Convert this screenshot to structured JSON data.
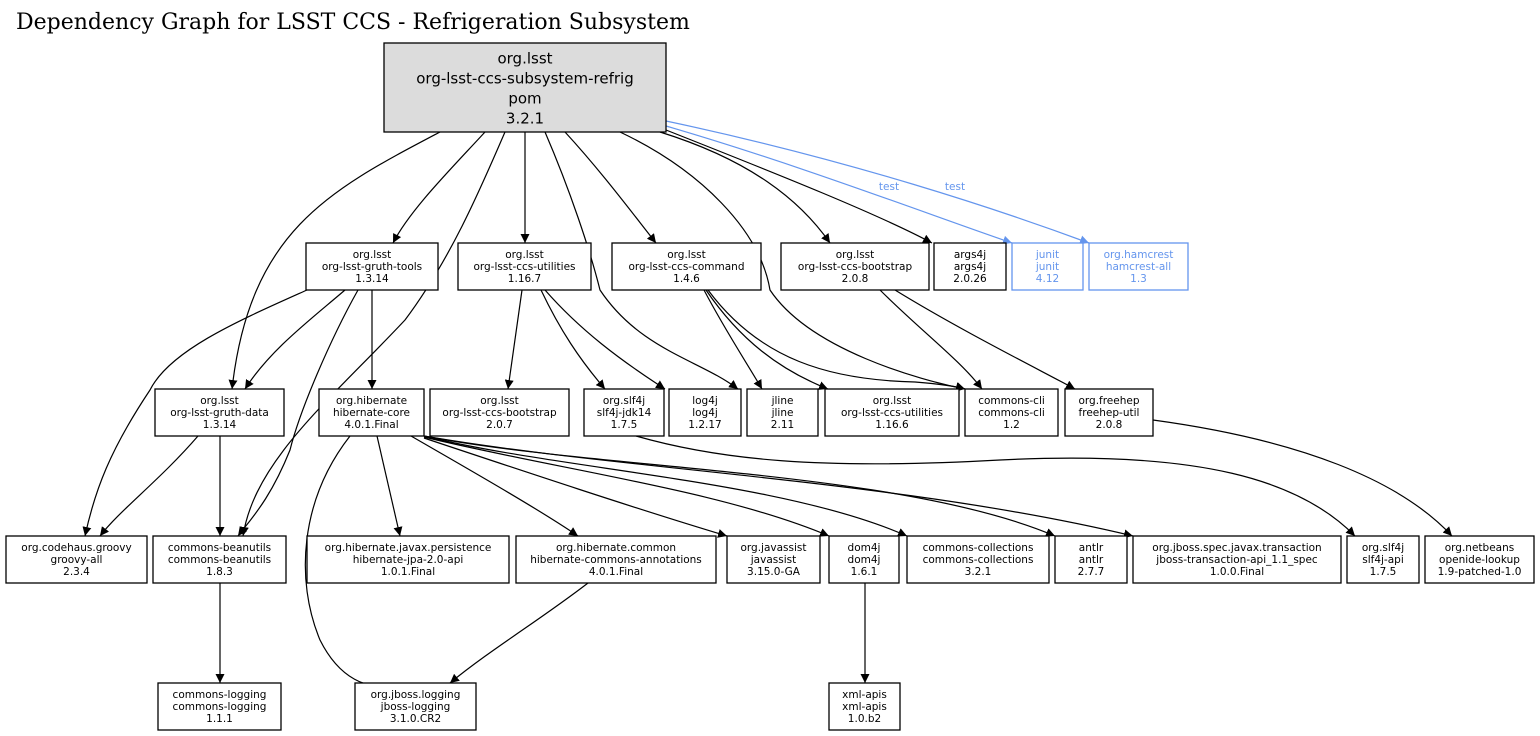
{
  "title": "Dependency Graph for LSST CCS - Refrigeration Subsystem",
  "colors": {
    "default": "#000000",
    "test": "#6495ed",
    "root_fill": "#dcdcdc"
  },
  "nodes": [
    {
      "id": "root",
      "lines": [
        "org.lsst",
        "org-lsst-ccs-subsystem-refrig",
        "pom",
        "3.2.1"
      ],
      "kind": "root"
    },
    {
      "id": "gruth-tools",
      "lines": [
        "org.lsst",
        "org-lsst-gruth-tools",
        "1.3.14"
      ]
    },
    {
      "id": "ccs-utilities-167",
      "lines": [
        "org.lsst",
        "org-lsst-ccs-utilities",
        "1.16.7"
      ]
    },
    {
      "id": "ccs-command",
      "lines": [
        "org.lsst",
        "org-lsst-ccs-command",
        "1.4.6"
      ]
    },
    {
      "id": "ccs-bootstrap-208",
      "lines": [
        "org.lsst",
        "org-lsst-ccs-bootstrap",
        "2.0.8"
      ]
    },
    {
      "id": "args4j",
      "lines": [
        "args4j",
        "args4j",
        "2.0.26"
      ]
    },
    {
      "id": "junit",
      "lines": [
        "junit",
        "junit",
        "4.12"
      ],
      "kind": "test"
    },
    {
      "id": "hamcrest",
      "lines": [
        "org.hamcrest",
        "hamcrest-all",
        "1.3"
      ],
      "kind": "test"
    },
    {
      "id": "gruth-data",
      "lines": [
        "org.lsst",
        "org-lsst-gruth-data",
        "1.3.14"
      ]
    },
    {
      "id": "hibernate-core",
      "lines": [
        "org.hibernate",
        "hibernate-core",
        "4.0.1.Final"
      ]
    },
    {
      "id": "ccs-bootstrap-207",
      "lines": [
        "org.lsst",
        "org-lsst-ccs-bootstrap",
        "2.0.7"
      ]
    },
    {
      "id": "slf4j-jdk14",
      "lines": [
        "org.slf4j",
        "slf4j-jdk14",
        "1.7.5"
      ]
    },
    {
      "id": "log4j",
      "lines": [
        "log4j",
        "log4j",
        "1.2.17"
      ]
    },
    {
      "id": "jline",
      "lines": [
        "jline",
        "jline",
        "2.11"
      ]
    },
    {
      "id": "ccs-utilities-166",
      "lines": [
        "org.lsst",
        "org-lsst-ccs-utilities",
        "1.16.6"
      ]
    },
    {
      "id": "commons-cli",
      "lines": [
        "commons-cli",
        "commons-cli",
        "1.2"
      ]
    },
    {
      "id": "freehep-util",
      "lines": [
        "org.freehep",
        "freehep-util",
        "2.0.8"
      ]
    },
    {
      "id": "groovy-all",
      "lines": [
        "org.codehaus.groovy",
        "groovy-all",
        "2.3.4"
      ]
    },
    {
      "id": "commons-beanutils",
      "lines": [
        "commons-beanutils",
        "commons-beanutils",
        "1.8.3"
      ]
    },
    {
      "id": "hibernate-jpa",
      "lines": [
        "org.hibernate.javax.persistence",
        "hibernate-jpa-2.0-api",
        "1.0.1.Final"
      ]
    },
    {
      "id": "hibernate-commons-annotations",
      "lines": [
        "org.hibernate.common",
        "hibernate-commons-annotations",
        "4.0.1.Final"
      ]
    },
    {
      "id": "javassist",
      "lines": [
        "org.javassist",
        "javassist",
        "3.15.0-GA"
      ]
    },
    {
      "id": "dom4j",
      "lines": [
        "dom4j",
        "dom4j",
        "1.6.1"
      ]
    },
    {
      "id": "commons-collections",
      "lines": [
        "commons-collections",
        "commons-collections",
        "3.2.1"
      ]
    },
    {
      "id": "antlr",
      "lines": [
        "antlr",
        "antlr",
        "2.7.7"
      ]
    },
    {
      "id": "jboss-transaction",
      "lines": [
        "org.jboss.spec.javax.transaction",
        "jboss-transaction-api_1.1_spec",
        "1.0.0.Final"
      ]
    },
    {
      "id": "slf4j-api",
      "lines": [
        "org.slf4j",
        "slf4j-api",
        "1.7.5"
      ]
    },
    {
      "id": "openide-lookup",
      "lines": [
        "org.netbeans",
        "openide-lookup",
        "1.9-patched-1.0"
      ]
    },
    {
      "id": "commons-logging",
      "lines": [
        "commons-logging",
        "commons-logging",
        "1.1.1"
      ]
    },
    {
      "id": "jboss-logging",
      "lines": [
        "org.jboss.logging",
        "jboss-logging",
        "3.1.0.CR2"
      ]
    },
    {
      "id": "xml-apis",
      "lines": [
        "xml-apis",
        "xml-apis",
        "1.0.b2"
      ]
    }
  ],
  "edges": [
    {
      "from": "root",
      "to": "gruth-data"
    },
    {
      "from": "root",
      "to": "gruth-tools"
    },
    {
      "from": "root",
      "to": "commons-beanutils"
    },
    {
      "from": "root",
      "to": "ccs-utilities-167"
    },
    {
      "from": "root",
      "to": "log4j"
    },
    {
      "from": "root",
      "to": "ccs-command"
    },
    {
      "from": "root",
      "to": "commons-cli"
    },
    {
      "from": "root",
      "to": "ccs-bootstrap-208"
    },
    {
      "from": "root",
      "to": "args4j"
    },
    {
      "from": "root",
      "to": "junit",
      "label": "test",
      "kind": "test"
    },
    {
      "from": "root",
      "to": "hamcrest",
      "label": "test",
      "kind": "test"
    },
    {
      "from": "gruth-tools",
      "to": "groovy-all"
    },
    {
      "from": "gruth-tools",
      "to": "gruth-data"
    },
    {
      "from": "gruth-tools",
      "to": "commons-beanutils"
    },
    {
      "from": "gruth-tools",
      "to": "hibernate-core"
    },
    {
      "from": "ccs-utilities-167",
      "to": "ccs-bootstrap-207"
    },
    {
      "from": "ccs-utilities-167",
      "to": "slf4j-jdk14"
    },
    {
      "from": "ccs-utilities-167",
      "to": "log4j"
    },
    {
      "from": "ccs-command",
      "to": "jline"
    },
    {
      "from": "ccs-command",
      "to": "ccs-utilities-166"
    },
    {
      "from": "ccs-command",
      "to": "commons-cli"
    },
    {
      "from": "ccs-bootstrap-208",
      "to": "commons-cli"
    },
    {
      "from": "ccs-bootstrap-208",
      "to": "freehep-util"
    },
    {
      "from": "gruth-data",
      "to": "groovy-all"
    },
    {
      "from": "gruth-data",
      "to": "commons-beanutils"
    },
    {
      "from": "hibernate-core",
      "to": "jboss-logging"
    },
    {
      "from": "hibernate-core",
      "to": "hibernate-jpa"
    },
    {
      "from": "hibernate-core",
      "to": "hibernate-commons-annotations"
    },
    {
      "from": "hibernate-core",
      "to": "javassist"
    },
    {
      "from": "hibernate-core",
      "to": "dom4j"
    },
    {
      "from": "hibernate-core",
      "to": "commons-collections"
    },
    {
      "from": "hibernate-core",
      "to": "antlr"
    },
    {
      "from": "hibernate-core",
      "to": "jboss-transaction"
    },
    {
      "from": "slf4j-jdk14",
      "to": "slf4j-api"
    },
    {
      "from": "freehep-util",
      "to": "openide-lookup"
    },
    {
      "from": "commons-beanutils",
      "to": "commons-logging"
    },
    {
      "from": "hibernate-commons-annotations",
      "to": "jboss-logging"
    },
    {
      "from": "dom4j",
      "to": "xml-apis"
    }
  ]
}
